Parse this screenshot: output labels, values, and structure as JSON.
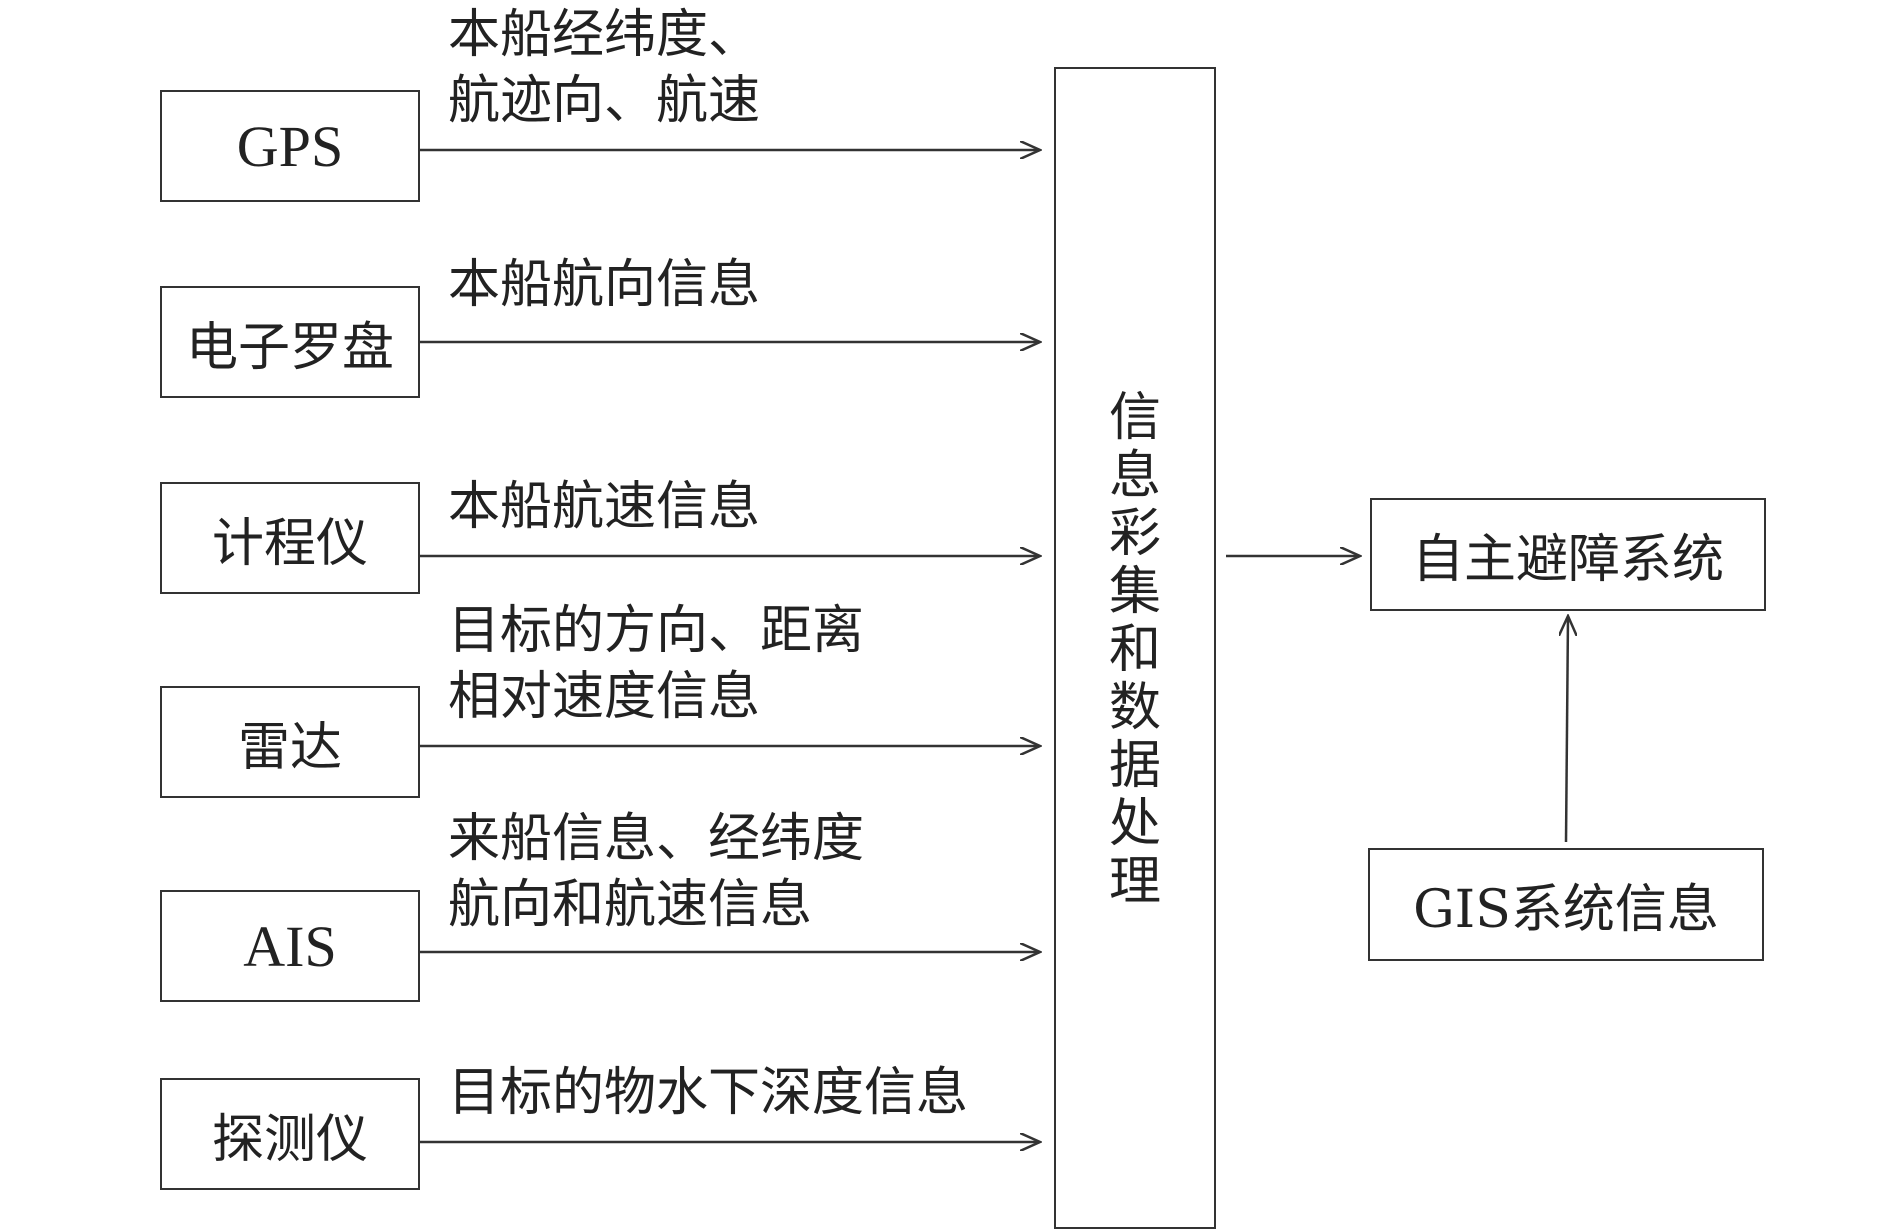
{
  "sources": [
    {
      "name": "GPS",
      "label_lines": [
        "本船经纬度、",
        "航迹向、航速"
      ]
    },
    {
      "name": "电子罗盘",
      "label_lines": [
        "本船航向信息"
      ]
    },
    {
      "name": "计程仪",
      "label_lines": [
        "本船航速信息"
      ]
    },
    {
      "name": "雷达",
      "label_lines": [
        "目标的方向、距离",
        "相对速度信息"
      ]
    },
    {
      "name": "AIS",
      "label_lines": [
        "来船信息、经纬度",
        "航向和航速信息"
      ]
    },
    {
      "name": "探测仪",
      "label_lines": [
        "目标的物水下深度信息"
      ]
    }
  ],
  "processor": {
    "chars": [
      "信",
      "息",
      "彩",
      "集",
      "和",
      "数",
      "据",
      "处",
      "理"
    ]
  },
  "avoidance_system": "自主避障系统",
  "gis_info": "GIS系统信息"
}
